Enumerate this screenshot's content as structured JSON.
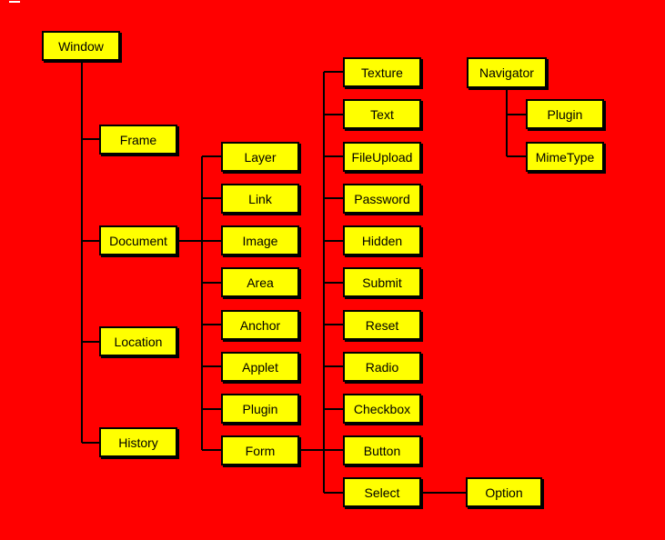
{
  "colors": {
    "background": "#ff0000",
    "node_fill": "#ffff00",
    "line": "#000000"
  },
  "nodes": {
    "window": "Window",
    "frame": "Frame",
    "document": "Document",
    "location": "Location",
    "history": "History",
    "layer": "Layer",
    "link": "Link",
    "image": "Image",
    "area": "Area",
    "anchor": "Anchor",
    "applet": "Applet",
    "plugin": "Plugin",
    "form": "Form",
    "texture": "Texture",
    "text": "Text",
    "fileupload": "FileUpload",
    "password": "Password",
    "hidden": "Hidden",
    "submit": "Submit",
    "reset": "Reset",
    "radio": "Radio",
    "checkbox": "Checkbox",
    "button": "Button",
    "select": "Select",
    "option": "Option",
    "navigator": "Navigator",
    "navigator_plugin": "Plugin",
    "mimetype": "MimeType"
  }
}
